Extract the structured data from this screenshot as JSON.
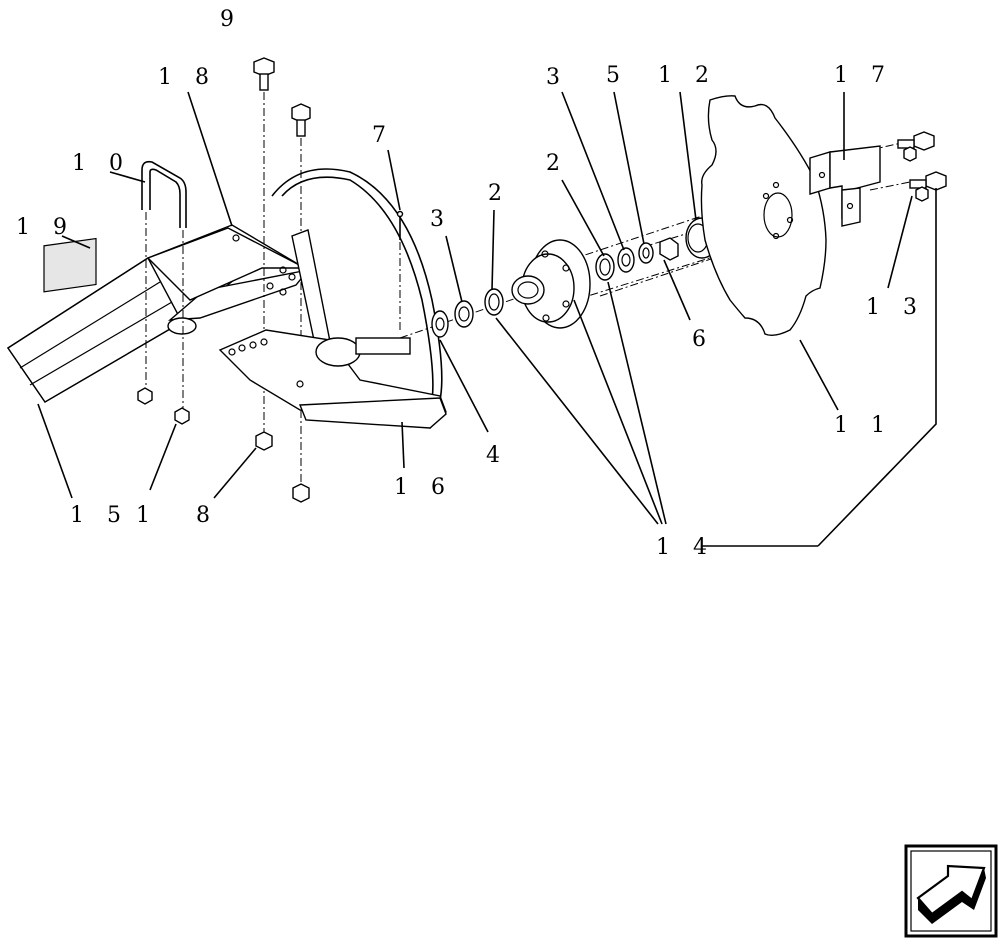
{
  "callouts": [
    {
      "id": "c9",
      "text": "9"
    },
    {
      "id": "c18",
      "text": "1 8"
    },
    {
      "id": "c10",
      "text": "1 0"
    },
    {
      "id": "c19",
      "text": "1 9"
    },
    {
      "id": "c7",
      "text": "7"
    },
    {
      "id": "c3a",
      "text": "3"
    },
    {
      "id": "c5",
      "text": "5"
    },
    {
      "id": "c12",
      "text": "1 2"
    },
    {
      "id": "c17",
      "text": "1 7"
    },
    {
      "id": "c2a",
      "text": "2"
    },
    {
      "id": "c3b",
      "text": "3"
    },
    {
      "id": "c2b",
      "text": "2"
    },
    {
      "id": "c6",
      "text": "6"
    },
    {
      "id": "c13",
      "text": "1 3"
    },
    {
      "id": "c4",
      "text": "4"
    },
    {
      "id": "c11",
      "text": "1 1"
    },
    {
      "id": "c16",
      "text": "1 6"
    },
    {
      "id": "c15",
      "text": "1 5"
    },
    {
      "id": "c1",
      "text": "1"
    },
    {
      "id": "c8",
      "text": "8"
    },
    {
      "id": "c14",
      "text": "1 4"
    }
  ],
  "navigation": {
    "icon": "next-page-arrow-icon"
  }
}
